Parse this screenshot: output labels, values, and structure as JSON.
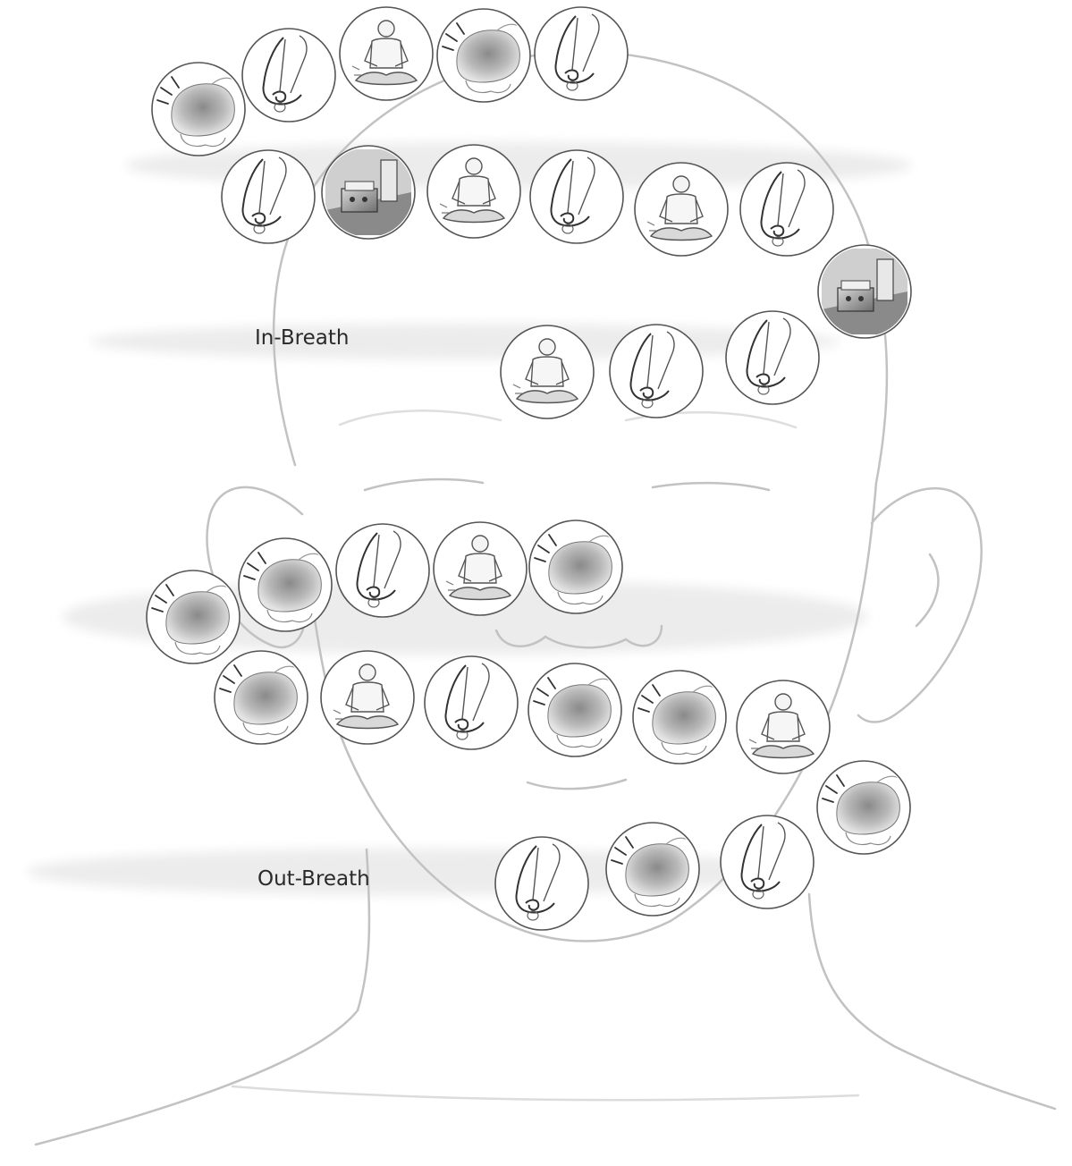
{
  "labels": {
    "in_breath": "In-Breath",
    "out_breath": "Out-Breath"
  },
  "icon_types": {
    "hand": "hand-touch-icon",
    "nose": "nose-icon",
    "person": "meditating-person-icon",
    "sound": "radio-sound-icon"
  },
  "in_breath_sequence": [
    "hand",
    "nose",
    "person",
    "hand",
    "nose",
    "nose",
    "sound",
    "person",
    "nose",
    "person",
    "nose",
    "sound",
    "person",
    "nose",
    "nose"
  ],
  "out_breath_sequence": [
    "hand",
    "hand",
    "nose",
    "person",
    "hand",
    "hand",
    "person",
    "nose",
    "hand",
    "hand",
    "person",
    "hand",
    "nose",
    "hand",
    "nose"
  ],
  "colors": {
    "line": "#bdbdbd",
    "swirl": "#eeeeee",
    "circle_stroke": "#555555",
    "ink": "#333333"
  }
}
